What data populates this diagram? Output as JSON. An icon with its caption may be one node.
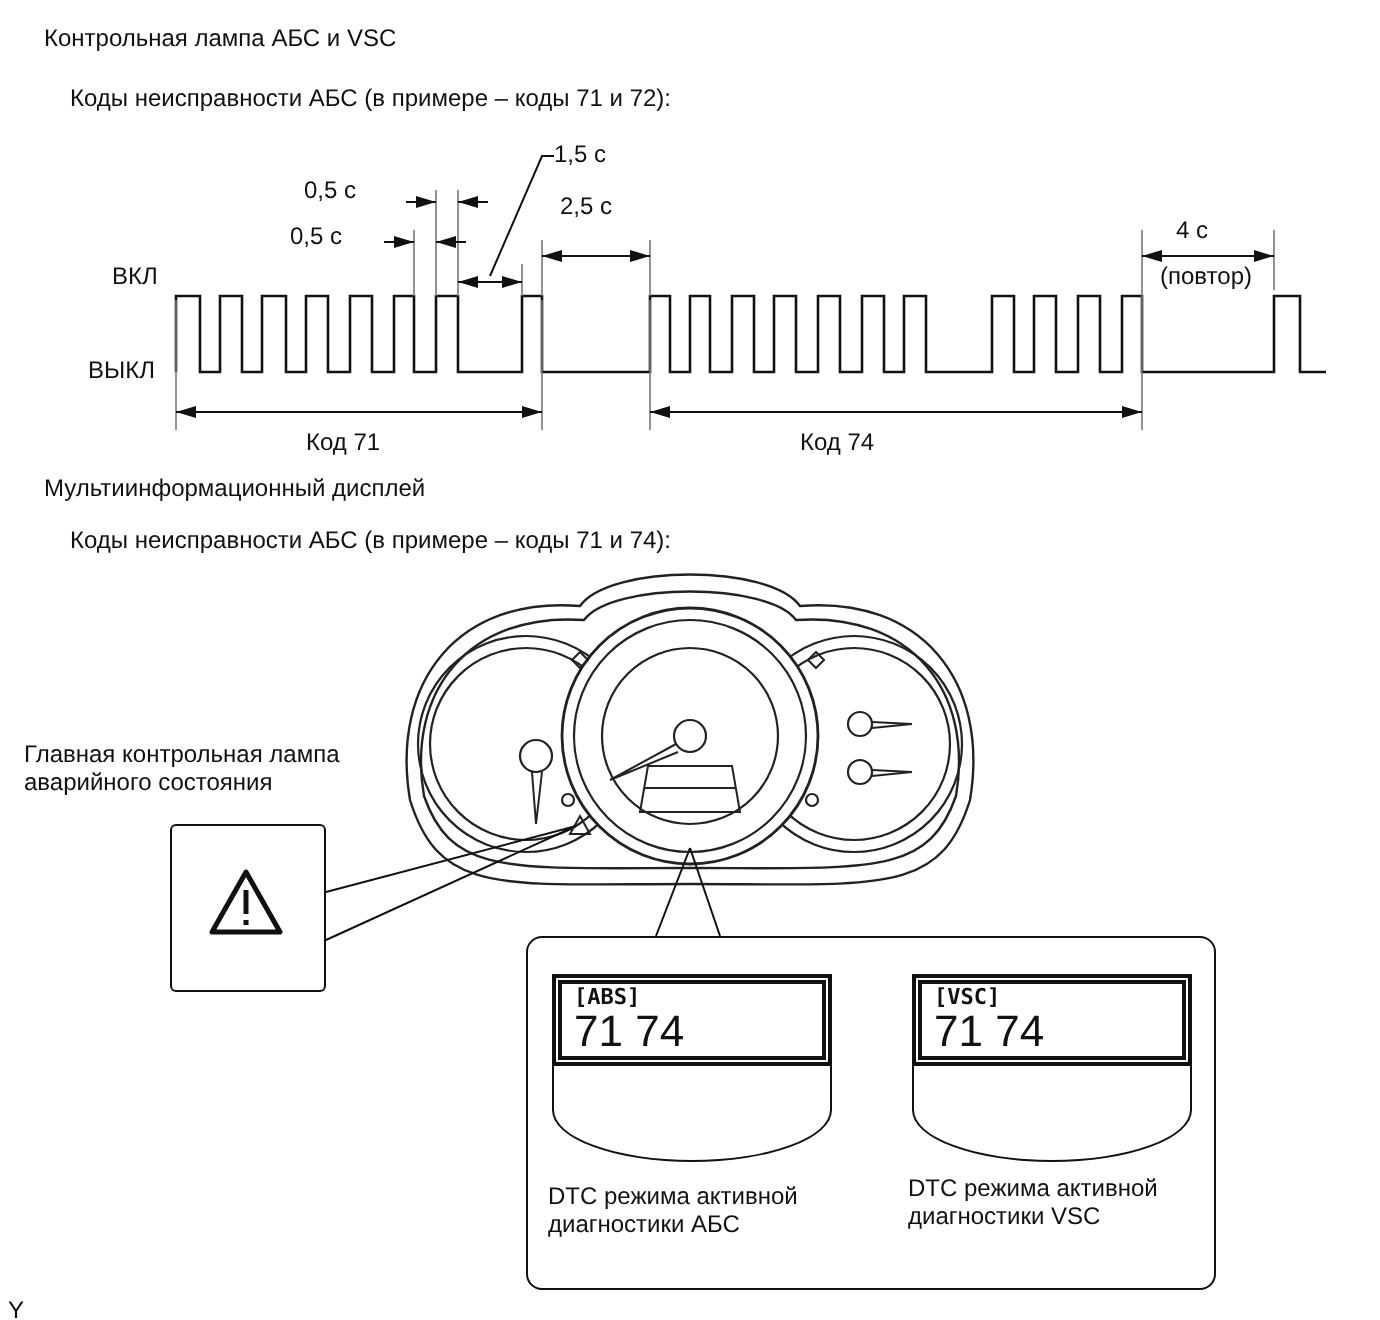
{
  "diagram": {
    "nodes": [
      {
        "text": [],
        "shape": "picture"
      },
      {
        "text": [],
        "shape": "box"
      },
      {
        "text": [],
        "shape": "box"
      },
      {
        "text": [
          "[ABS]",
          "71 74"
        ],
        "in": 2,
        "beside": [
          "DTC режима активной диагностики АБС"
        ]
      },
      {
        "text": [
          "[VSC]",
          "71 74"
        ],
        "in": 2,
        "beside": [
          "DTC режима активной диагностики VSC"
        ]
      },
      {
        "text": [
          "1,5 с"
        ]
      },
      {
        "text": [],
        "shape": "line"
      }
    ],
    "edges": [
      {
        "from": 1,
        "to": 0,
        "arrow": "none"
      },
      {
        "from": 2,
        "to": 0,
        "arrow": "none"
      },
      {
        "from": 5,
        "to": 6,
        "arrow": "none"
      }
    ],
    "labels": [
      "Контрольная лампа АБС и VSC",
      "Коды неисправности АБС (в примере – коды 71 и 72):",
      "0,5 с",
      "2,5 с",
      "0,5 с",
      "4 с",
      "(повтор)",
      "ВКЛ",
      "ВЫКЛ",
      "Код 71",
      "Код 74",
      "Мультиинформационный дисплей",
      "Коды неисправности АБС (в примере – коды 71 и 74):",
      "Главная контрольная лампа аварийного состояния",
      "Y"
    ]
  }
}
